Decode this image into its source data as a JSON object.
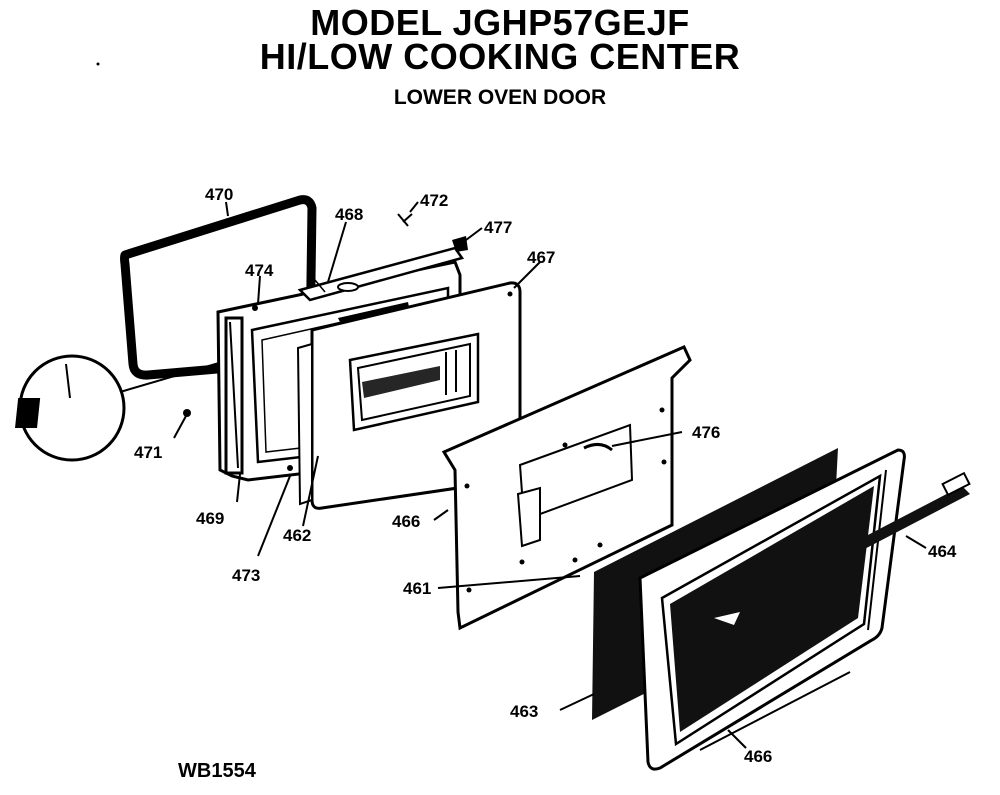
{
  "header": {
    "model": "MODEL JGHP57GEJF",
    "product": "HI/LOW COOKING CENTER",
    "section": "LOWER OVEN DOOR"
  },
  "drawing_id": "WB1554",
  "parts": {
    "p470": "470",
    "p468": "468",
    "p472": "472",
    "p477": "477",
    "p467": "467",
    "p474": "474",
    "p471": "471",
    "p476": "476",
    "p469": "469",
    "p462": "462",
    "p466a": "466",
    "p473": "473",
    "p461": "461",
    "p464": "464",
    "p463": "463",
    "p466b": "466"
  }
}
